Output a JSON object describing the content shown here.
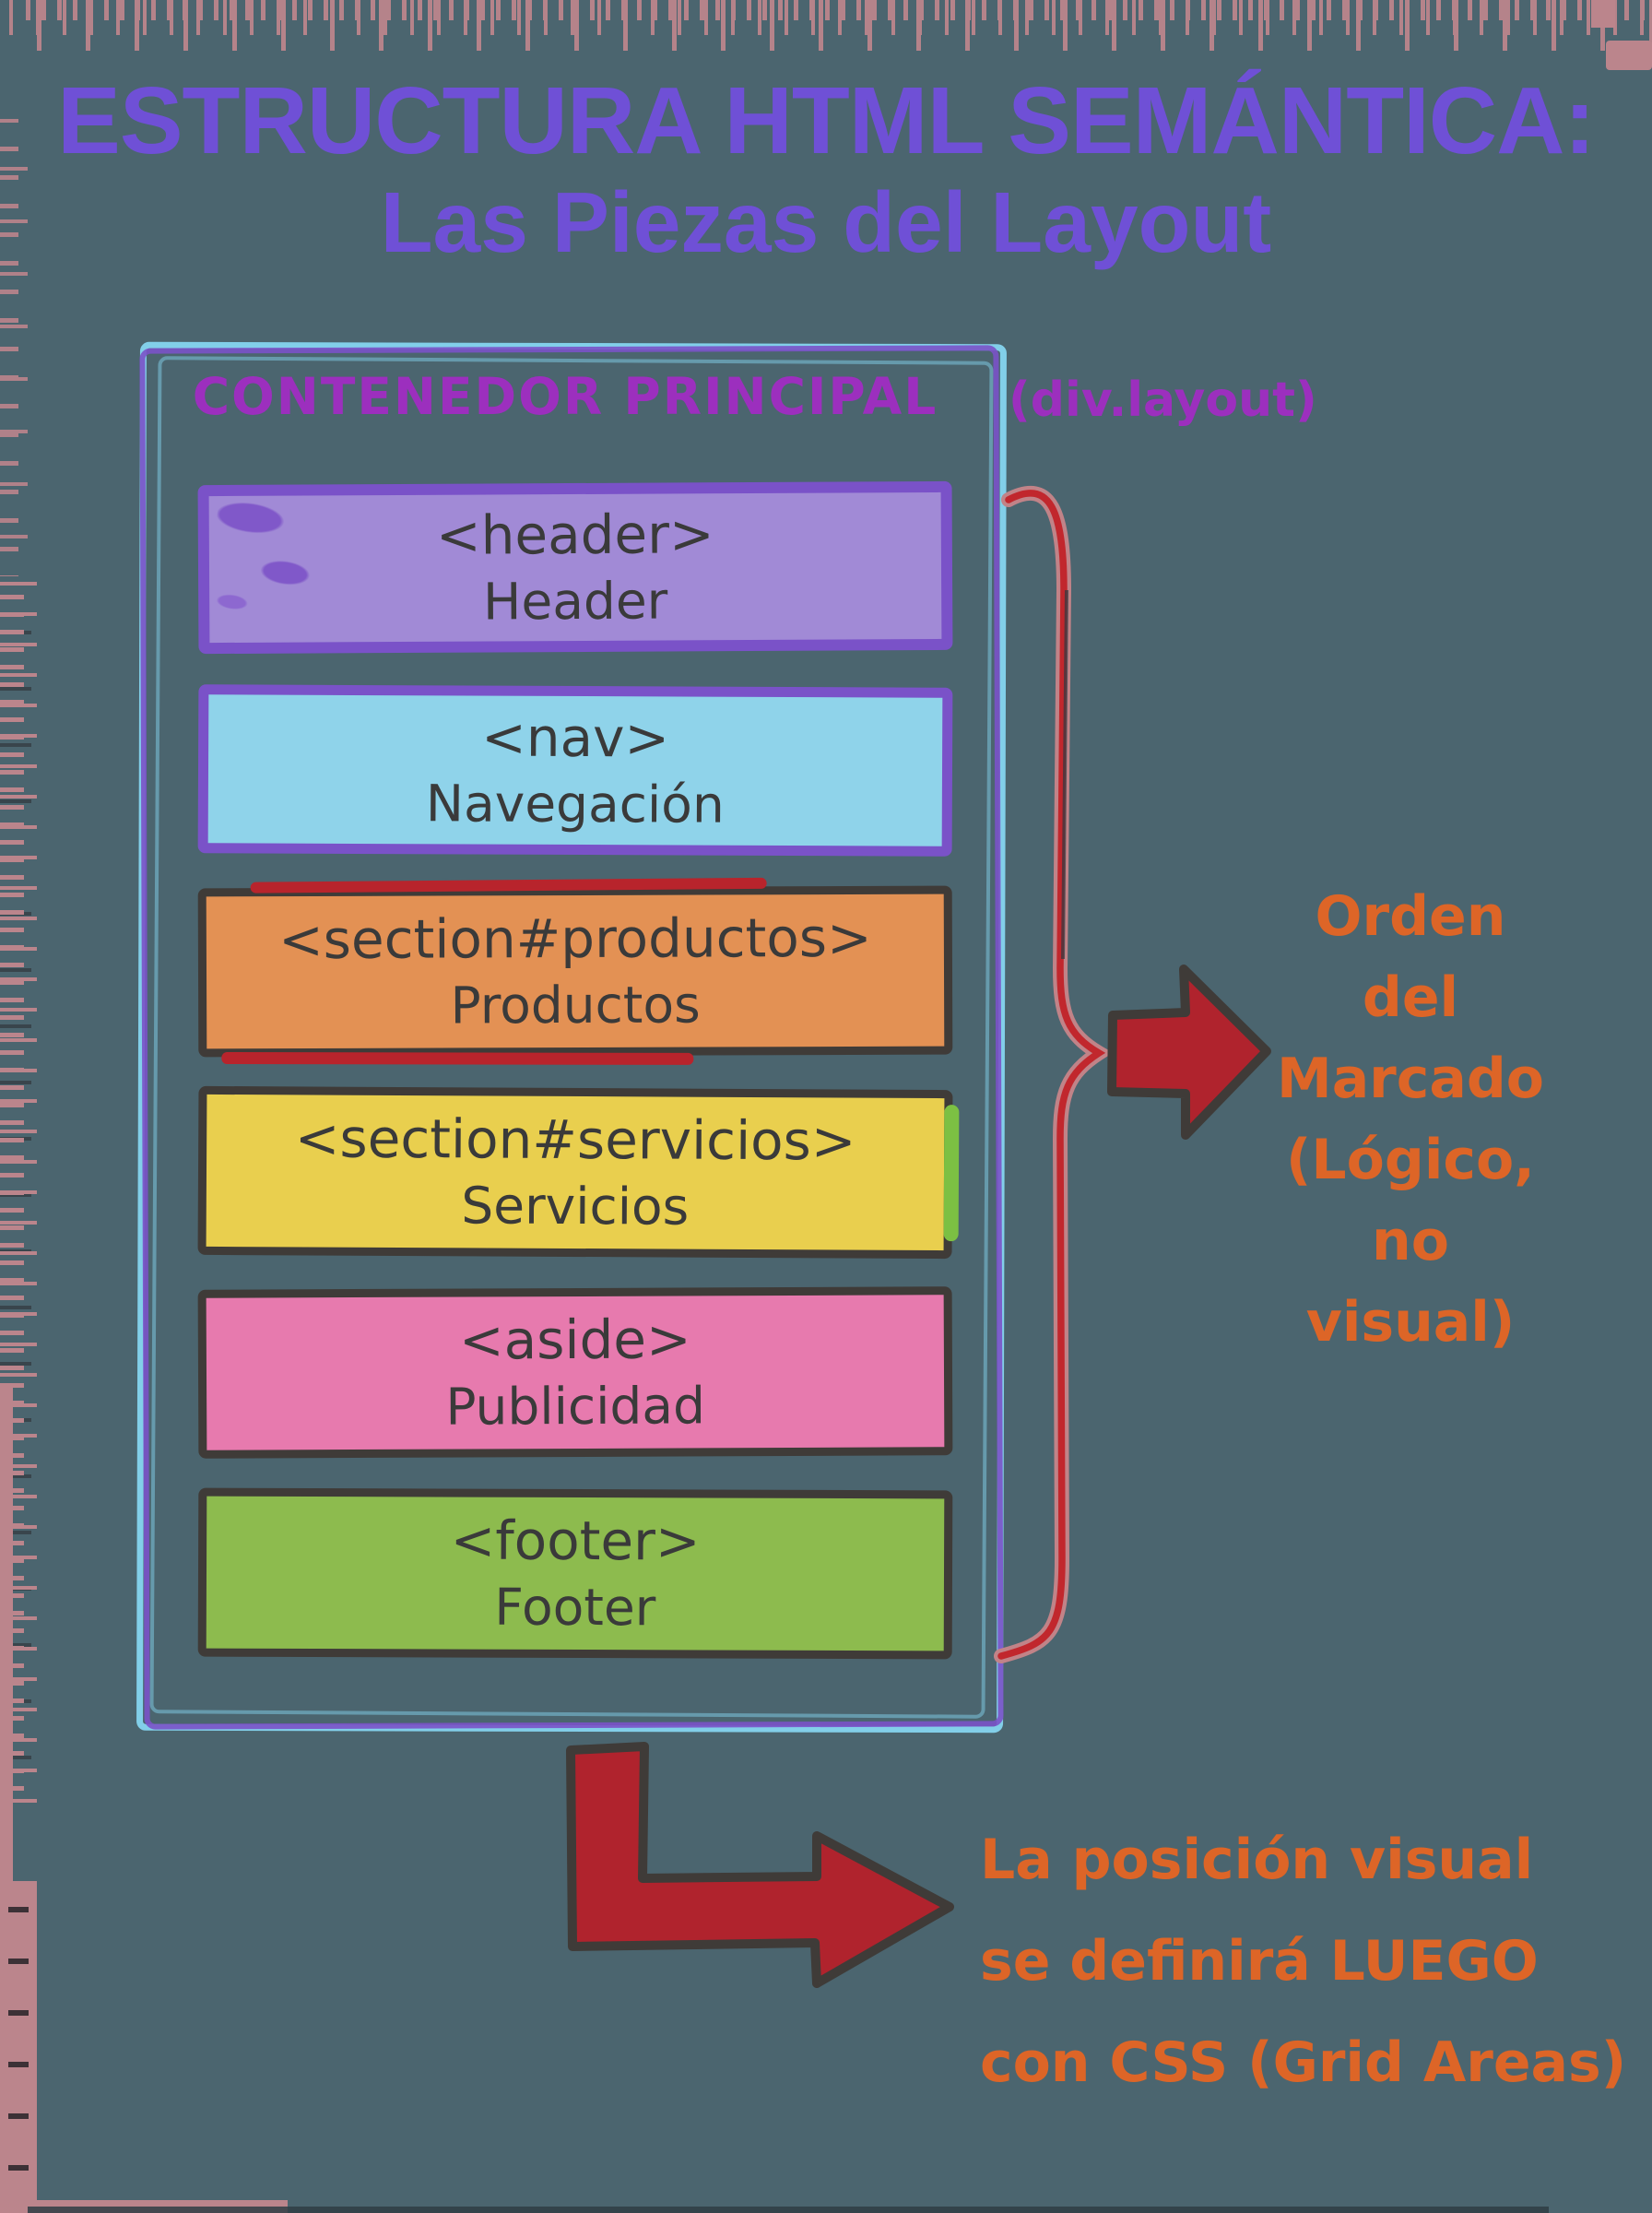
{
  "title": {
    "line1": "ESTRUCTURA HTML SEMÁNTICA:",
    "line2": "Las Piezas del Layout"
  },
  "container": {
    "label": "CONTENEDOR PRINCIPAL",
    "annotation": "(div.layout)"
  },
  "boxes": [
    {
      "id": "header",
      "tag": "<header>",
      "label": "Header"
    },
    {
      "id": "nav",
      "tag": "<nav>",
      "label": "Navegación"
    },
    {
      "id": "section-productos",
      "tag": "<section#productos>",
      "label": "Productos"
    },
    {
      "id": "section-servicios",
      "tag": "<section#servicios>",
      "label": "Servicios"
    },
    {
      "id": "aside",
      "tag": "<aside>",
      "label": "Publicidad"
    },
    {
      "id": "footer",
      "tag": "<footer>",
      "label": "Footer"
    }
  ],
  "annotations": {
    "markup_order": {
      "lines": [
        "Orden",
        "del",
        "Marcado",
        "(Lógico,",
        "no visual)"
      ]
    },
    "css_note": {
      "lines": [
        "La posición visual",
        "se definirá LUEGO",
        "con CSS (Grid Areas)"
      ]
    }
  },
  "icons": {
    "markup_order_arrow": "right-arrow",
    "css_position_arrow": "elbow-right-arrow",
    "markup_order_brace": "curly-brace-right"
  },
  "colors": {
    "bg": "#4b656f",
    "title-purple": "#6f50d6",
    "magenta": "#9c2fbe",
    "orange": "#dd6527",
    "ink": "#3a3a3a",
    "ink-border": "#3f3b38",
    "red": "#b0232d",
    "brace-red": "#c1272d",
    "mauve": "#c18388",
    "rose": "#bb858c",
    "blue-border": "#82cfe9",
    "purple-border": "#7a52c8",
    "header-fill": "#a18ad6",
    "nav-fill": "#8fd3ea",
    "prod-fill": "#e39154",
    "serv-fill": "#e9cf4e",
    "aside-fill": "#e77aae",
    "footer-fill": "#8dbb4e"
  }
}
